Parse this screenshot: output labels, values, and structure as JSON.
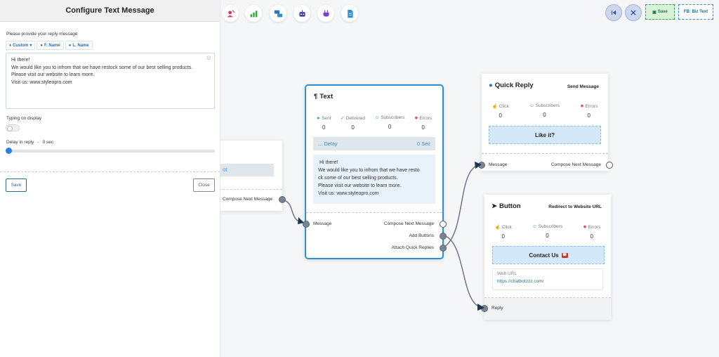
{
  "panel": {
    "title": "Configure Text Message",
    "prompt_label": "Please provide your reply message",
    "chips": [
      "Custom",
      "F. Name",
      "L. Name"
    ],
    "message_lines": [
      "Hi there!",
      "We would like you to infrom that we have restock some of our best selling products.",
      "Please visit our website to learn more.",
      "Visit us: www.styleopro.com"
    ],
    "typing_label": "Typing on display",
    "typing_on": false,
    "delay_label": "Delay in reply",
    "delay_sep": "-",
    "delay_value": "0 sec",
    "save_label": "Save",
    "close_label": "Close"
  },
  "toolbar": {
    "icons": [
      "subscriber-icon",
      "chart-icon",
      "messages-icon",
      "robot-icon",
      "plug-icon",
      "document-icon"
    ],
    "save_label": "Save",
    "fb_label": "FB: Biz Text"
  },
  "partial_node": {
    "field_text": "ot",
    "compose_label": "Compose Next Message"
  },
  "text_node": {
    "title": "Text",
    "stats": [
      {
        "label": "Sent",
        "value": "0"
      },
      {
        "label": "Delivered",
        "value": "0"
      },
      {
        "label": "Subscribers",
        "value": "0"
      },
      {
        "label": "Errors",
        "value": "0"
      }
    ],
    "delay_label": "... Delay",
    "delay_value": "0 Sec",
    "message_lines": [
      "Hi there!",
      "We would like you to infrom that we have resto",
      "ck some of our best selling products.",
      "Please visit our website to learn more.",
      "Visit us: www.styleopro.com"
    ],
    "input_label": "Message",
    "outputs": [
      "Compose Next Message",
      "Add Buttons",
      "Attach Quick Replies"
    ]
  },
  "quick_reply_node": {
    "title": "Quick Reply",
    "action": "Send Message",
    "stats": [
      {
        "label": "Click",
        "value": "0"
      },
      {
        "label": "Subscribers",
        "value": "0"
      },
      {
        "label": "Errors",
        "value": "0"
      }
    ],
    "button_label": "Like it?",
    "input_label": "Message",
    "output_label": "Compose Next Message"
  },
  "button_node": {
    "title": "Button",
    "action": "Redirect to Website URL",
    "stats": [
      {
        "label": "Click",
        "value": "0"
      },
      {
        "label": "Subscribers",
        "value": "0"
      },
      {
        "label": "Errors",
        "value": "0"
      }
    ],
    "button_label": "Contact Us",
    "web_url_label": "Web URL",
    "web_url_value": "https://chatbotzzz.com/",
    "input_label": "Reply"
  },
  "colors": {
    "accent_blue": "#2d8fd5",
    "dashed_button_bg": "#d3e9f9",
    "error_red": "#d9534f",
    "port_gray": "#7c8592",
    "save_green": "#2e9e4f"
  }
}
